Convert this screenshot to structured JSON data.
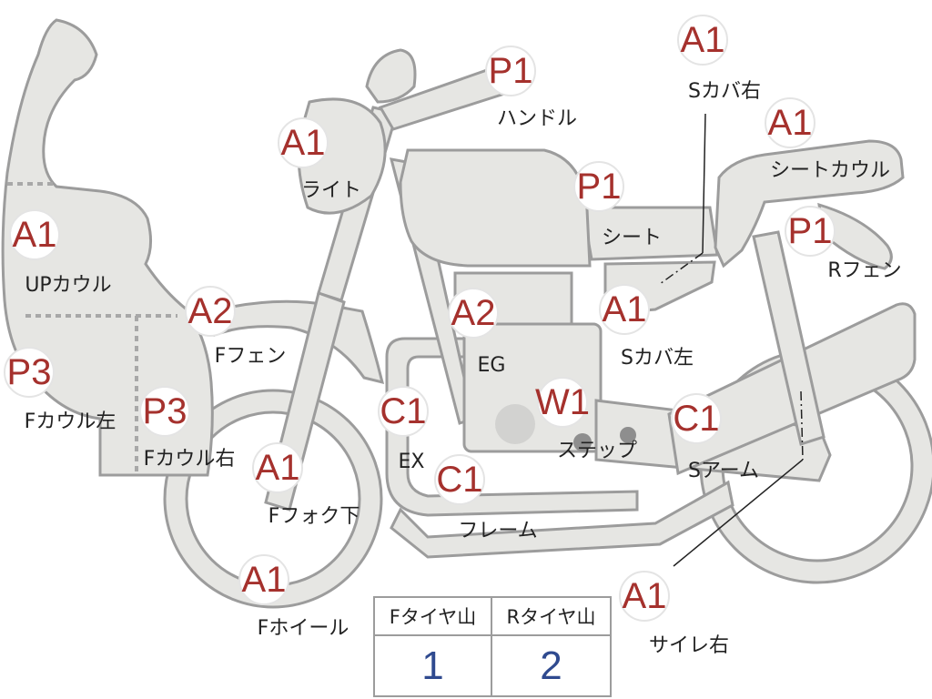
{
  "parts": [
    {
      "id": "up-cowl",
      "grade": "A1",
      "label": "UPカウル"
    },
    {
      "id": "f-cowl-left",
      "grade": "P3",
      "label": "Fカウル左"
    },
    {
      "id": "f-cowl-right",
      "grade": "P3",
      "label": "Fカウル右"
    },
    {
      "id": "light",
      "grade": "A1",
      "label": "ライト"
    },
    {
      "id": "handle",
      "grade": "P1",
      "label": "ハンドル"
    },
    {
      "id": "f-fender",
      "grade": "A2",
      "label": "Fフェン"
    },
    {
      "id": "f-fork-lower",
      "grade": "A1",
      "label": "Fフォク下"
    },
    {
      "id": "f-wheel",
      "grade": "A1",
      "label": "Fホイール"
    },
    {
      "id": "engine",
      "grade": "A2",
      "label": "EG"
    },
    {
      "id": "exhaust",
      "grade": "C1",
      "label": "EX"
    },
    {
      "id": "frame",
      "grade": "C1",
      "label": "フレーム"
    },
    {
      "id": "step",
      "grade": "W1",
      "label": "ステップ"
    },
    {
      "id": "seat",
      "grade": "P1",
      "label": "シート"
    },
    {
      "id": "s-cover-left",
      "grade": "A1",
      "label": "Sカバ左"
    },
    {
      "id": "s-cover-right",
      "grade": "A1",
      "label": "Sカバ右"
    },
    {
      "id": "seat-cowl",
      "grade": "A1",
      "label": "シートカウル"
    },
    {
      "id": "r-fender",
      "grade": "P1",
      "label": "Rフェン"
    },
    {
      "id": "swing-arm",
      "grade": "C1",
      "label": "Sアーム"
    },
    {
      "id": "silencer-right",
      "grade": "A1",
      "label": "サイレ右"
    }
  ],
  "tire_table": {
    "headers": [
      "Fタイヤ山",
      "Rタイヤ山"
    ],
    "values": [
      "1",
      "2"
    ]
  },
  "colors": {
    "part_fill": "#e6e6e3",
    "part_stroke": "#9c9c9c",
    "grade_text": "#a5312d",
    "tire_value": "#2f4a8f"
  }
}
